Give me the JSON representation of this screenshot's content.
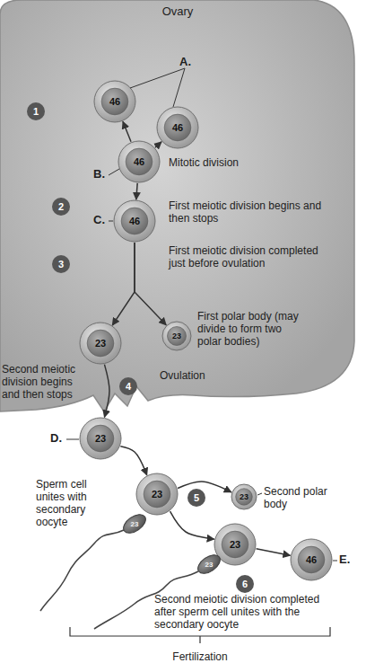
{
  "diagram": {
    "nodes": [
      {
        "text": [
          "Ovary"
        ]
      },
      {
        "text": [
          "46"
        ],
        "in": 0
      },
      {
        "text": [
          "46"
        ],
        "in": 0
      },
      {
        "text": [
          "46"
        ],
        "in": 0
      },
      {
        "text": [
          "46"
        ],
        "in": 0
      },
      {
        "text": [
          "23"
        ],
        "in": 0
      },
      {
        "text": [
          "23"
        ],
        "in": 0
      },
      {
        "text": [
          "23"
        ]
      },
      {
        "text": [
          "23"
        ]
      },
      {
        "text": [
          "23"
        ]
      },
      {
        "text": [
          "23"
        ]
      },
      {
        "text": [
          "23"
        ]
      },
      {
        "text": [
          "23"
        ]
      },
      {
        "text": [
          "46"
        ]
      }
    ],
    "edges": [
      {
        "from": 3,
        "to": 1,
        "arrow": "to"
      },
      {
        "from": 3,
        "to": 2,
        "arrow": "to"
      },
      {
        "from": 3,
        "to": 4,
        "arrow": "to"
      },
      {
        "from": 4,
        "to": 5,
        "arrow": "to"
      },
      {
        "from": 4,
        "to": 6,
        "arrow": "to"
      },
      {
        "from": 5,
        "to": 7,
        "arrow": "to"
      },
      {
        "from": 7,
        "to": 8,
        "arrow": "to"
      },
      {
        "from": 8,
        "to": 9,
        "arrow": "to"
      },
      {
        "from": 8,
        "to": 11,
        "arrow": "to"
      },
      {
        "from": 11,
        "to": 13,
        "arrow": "to"
      }
    ],
    "labels": [
      "A.",
      "1",
      "B.",
      "Mitotic division",
      "2",
      "First meiotic division begins and then stops",
      "C.",
      "3",
      "First meiotic division completed just before ovulation",
      "First polar body (may divide to form two polar bodies)",
      "Second meiotic division begins and then stops",
      "4",
      "Ovulation",
      "D.",
      "Sperm cell unites with secondary oocyte",
      "5",
      "Second polar body",
      "6",
      "E.",
      "Second meiotic division completed after sperm cell unites with the secondary oocyte",
      "Fertilization"
    ]
  }
}
